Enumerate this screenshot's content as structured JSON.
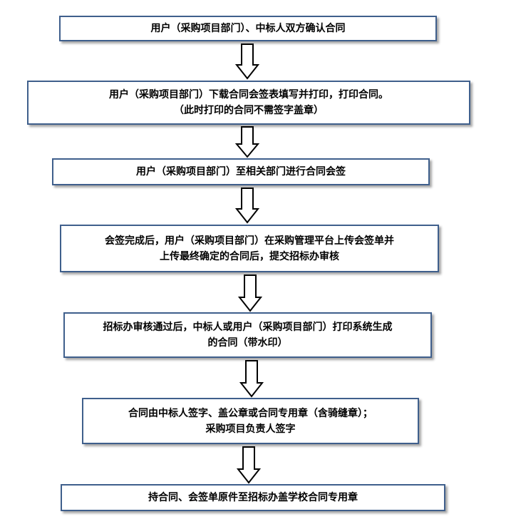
{
  "steps": [
    {
      "lines": [
        "用户（采购项目部门）、中标人双方确认合同"
      ]
    },
    {
      "lines": [
        "用户（采购项目部门）下载合同会签表填写并打印，打印合同。",
        "（此时打印的合同不需签字盖章）"
      ]
    },
    {
      "lines": [
        "用户（采购项目部门）至相关部门进行合同会签"
      ]
    },
    {
      "lines": [
        "会签完成后，用户（采购项目部门）在采购管理平台上传会签单并",
        "上传最终确定的合同后，提交招标办审核"
      ]
    },
    {
      "lines": [
        "招标办审核通过后，中标人或用户（采购项目部门）打印系统生成",
        "的合同（带水印）"
      ]
    },
    {
      "lines": [
        "合同由中标人签字、盖公章或合同专用章（含骑缝章）；",
        "采购项目负责人签字"
      ]
    },
    {
      "lines": [
        "持合同、会签单原件至招标办盖学校合同专用章"
      ]
    }
  ],
  "colors": {
    "box_border": "#3f5f8c",
    "arrow_stroke": "#000000",
    "text": "#000000"
  }
}
